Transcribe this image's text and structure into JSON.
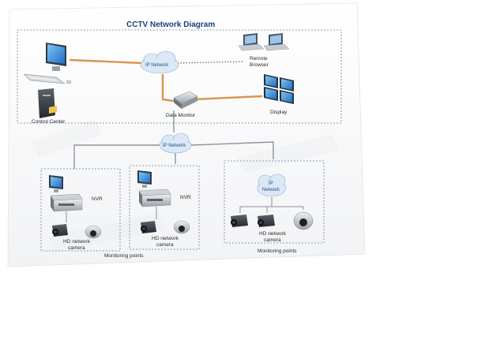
{
  "diagram": {
    "title": "CCTV Network Diagram",
    "top": {
      "control_center_label": "Control Center",
      "ip_network_label": "IP Network",
      "remote_browser_label_line1": "Remote",
      "remote_browser_label_line2": "Browser",
      "data_monitor_label": "Data Monitor",
      "display_label": "Display"
    },
    "middle": {
      "ip_network_label": "IP Network"
    },
    "groups": [
      {
        "nvr_label": "NVR",
        "camera_label_line1": "HD network",
        "camera_label_line2": "camera",
        "footer_label": "Monitoring points"
      },
      {
        "nvr_label": "NVR",
        "camera_label_line1": "HD network",
        "camera_label_line2": "camera",
        "footer_label": ""
      },
      {
        "ip_network_label_line1": "IP",
        "ip_network_label_line2": "Network",
        "camera_label_line1": "HD network",
        "camera_label_line2": "camera",
        "footer_label": "Monitoring points"
      }
    ],
    "colors": {
      "cable_orange": "#d9954f",
      "cable_gray": "#8c949c",
      "dash_border": "#6b7f9e",
      "cloud_fill": "#dbe8f6",
      "title_blue": "#1f3f7a"
    }
  }
}
